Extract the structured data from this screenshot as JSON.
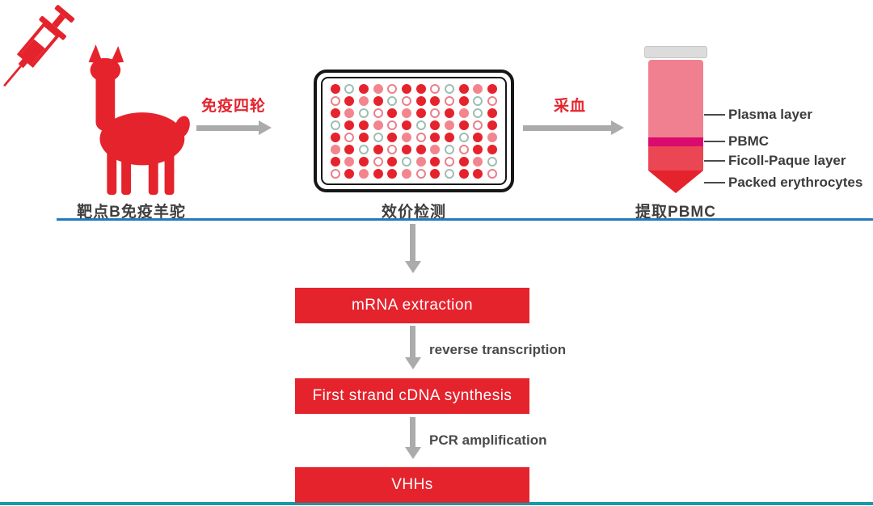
{
  "colors": {
    "red": "#E5232D",
    "pink_fill": "#F2858E",
    "outline_green": "#9DBEB2",
    "outline_red": "#E9808A",
    "arrow_gray": "#ABABAB",
    "divider_blue": "#2679B8",
    "bottom_teal": "#1899A8",
    "plasma_pink": "#F0808F",
    "pbmc_magenta": "#DB0A6E",
    "ficoll_red": "#EA4653",
    "erythrocyte_red": "#E5232D",
    "cap_gray": "#DCDCDC",
    "text_dark": "#3F3F3F"
  },
  "top_row": {
    "llama_label": "靶点B免疫羊驼",
    "immunize_arrow_label": "免疫四轮",
    "plate_label": "效价检测",
    "blood_arrow_label": "采血",
    "tube_label": "提取PBMC",
    "tube_layers": [
      {
        "label": "Plasma layer"
      },
      {
        "label": "PBMC"
      },
      {
        "label": "Ficoll-Paque layer"
      },
      {
        "label": "Packed erythrocytes"
      }
    ]
  },
  "flow": {
    "box1": "mRNA extraction",
    "arrow1_label": "reverse transcription",
    "box2": "First strand cDNA synthesis",
    "arrow2_label": "PCR  amplification",
    "box3": "VHHs"
  },
  "plate": {
    "rows": 8,
    "cols": 12,
    "pattern": [
      "RgRroRRogRrR",
      "oRrRgoRRoRgo",
      "RrgoRrRoRrgR",
      "gRRroRgRrRoR",
      "RoRgRroRRgRr",
      "rRgRoRRrgoRR",
      "RrRoRgrRoRrg",
      "oRrRRroRgRRo"
    ]
  }
}
